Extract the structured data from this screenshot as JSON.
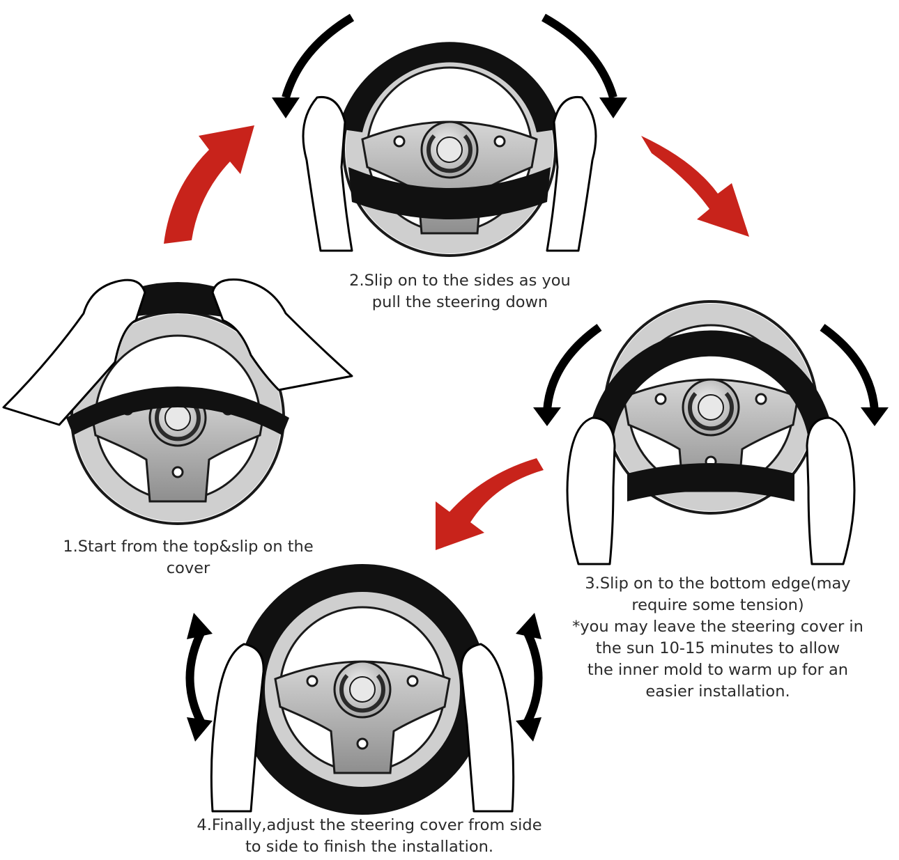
{
  "diagram": {
    "steps": [
      {
        "caption_lines": [
          "1.Start from the top&slip on the",
          "cover"
        ]
      },
      {
        "caption_lines": [
          "2.Slip on to the sides as you",
          "pull the steering down"
        ]
      },
      {
        "caption_lines": [
          "3.Slip on to the bottom edge(may",
          "require some tension)",
          "*you may leave the steering cover in",
          "the sun 10-15 minutes to allow",
          "the inner mold to warm up for an",
          "easier installation."
        ]
      },
      {
        "caption_lines": [
          "4.Finally,adjust the steering cover from side",
          "to side to finish the installation."
        ]
      }
    ],
    "colors": {
      "flow_arrow": "#c8231b",
      "cover": "#111111",
      "wheel_rim": "#c4c4c4",
      "wheel_hub": "#a9a9a9",
      "line": "#000000"
    },
    "icons": [
      "steering-wheel-icon",
      "hand-icon",
      "curved-arrow-icon",
      "double-arrow-icon",
      "red-flow-arrow-icon"
    ]
  }
}
